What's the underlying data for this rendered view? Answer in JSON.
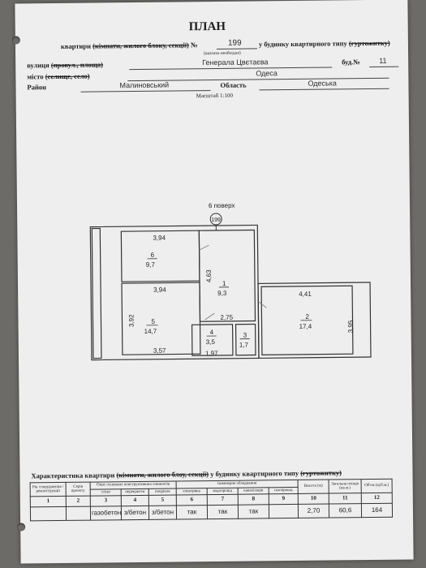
{
  "header": {
    "title": "ПЛАН",
    "apt_prefix": "квартири",
    "apt_struck": "(кімнати, жилого блоку, секції)",
    "apt_no_label": "№",
    "apt_number": "199",
    "apt_suffix": "у будинку квартирного типу",
    "apt_suffix_struck": "(гуртожитку)",
    "apt_hint": "(вказати необхідне)",
    "street_label": "вулиця",
    "street_struck": "(провул., площа)",
    "street_value": "Генерала Цвєтаєва",
    "building_label": "буд.№",
    "building_value": "11",
    "city_label": "місто",
    "city_struck": "(селище, село)",
    "city_value": "Одеса",
    "district_label": "Район",
    "district_value": "Малиновський",
    "oblast_label": "Область",
    "oblast_value": "Одеська",
    "scale": "Масштаб 1:100"
  },
  "plan": {
    "floor": "6 поверх",
    "apt": "199",
    "rooms": [
      {
        "no": "6",
        "area": "9,7"
      },
      {
        "no": "1",
        "area": "9,3"
      },
      {
        "no": "5",
        "area": "14,7"
      },
      {
        "no": "2",
        "area": "17,4"
      },
      {
        "no": "4",
        "area": "3,5"
      },
      {
        "no": "3",
        "area": "1,7"
      }
    ],
    "dims": [
      "3,94",
      "3,94",
      "4,63",
      "4,41",
      "3,92",
      "2,75",
      "3,95",
      "3,57",
      "1,97"
    ]
  },
  "table": {
    "title_prefix": "Характеристика квартири",
    "title_struck": "(кімнати, жилого блоу, секції)",
    "title_suffix": "у будинку квартирного типу",
    "title_suffix_struck": "(гуртожитку)",
    "headers": {
      "rik": "Рік спорудження / реконструкції",
      "seria": "Серія проекту",
      "opys": "Опис основних конструктивних елементів",
      "stiny": "стіни",
      "perekryttia": "перекриття",
      "pokrivlia": "покрівля",
      "inzh": "Інженерне обладнання",
      "elektryka": "електрика",
      "vodoprovid": "водопровід",
      "kanalizatsiia": "каналізація",
      "hazoprovid": "газопровід",
      "vysota": "Висота (м)",
      "zahalna": "Загальна площа (кв.м.)",
      "obiem": "Об'єм (куб.м.)"
    },
    "col_numbers": [
      "1",
      "2",
      "3",
      "4",
      "5",
      "6",
      "7",
      "8",
      "9",
      "10",
      "11",
      "12"
    ],
    "values": [
      "",
      "",
      "газобетон",
      "з/бетон",
      "з/бетон",
      "так",
      "так",
      "так",
      "",
      "2,70",
      "60,6",
      "164"
    ]
  }
}
